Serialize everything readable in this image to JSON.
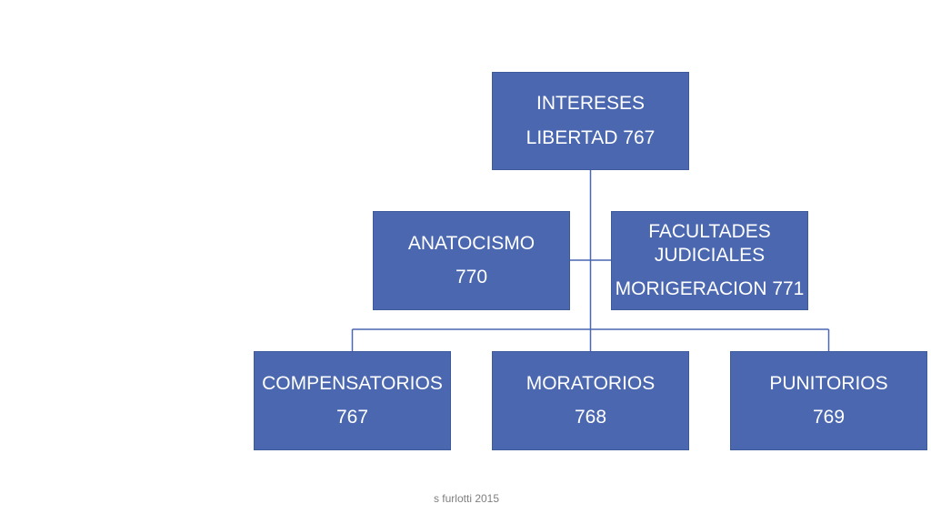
{
  "diagram": {
    "root": {
      "line1": "INTERESES",
      "line2": "LIBERTAD 767"
    },
    "assistant_left": {
      "line1": "ANATOCISMO",
      "line2": "770"
    },
    "assistant_right": {
      "line1": "FACULTADES",
      "line2": "JUDICIALES",
      "line3": "MORIGERACION 771"
    },
    "children": [
      {
        "line1": "COMPENSATORIOS",
        "line2": "767"
      },
      {
        "line1": "MORATORIOS",
        "line2": "768"
      },
      {
        "line1": "PUNITORIOS",
        "line2": "769"
      }
    ]
  },
  "footer": {
    "text": "s furlotti 2015"
  },
  "colors": {
    "box_fill": "#4a67b0",
    "box_text": "#ffffff",
    "connector": "#4a67b0",
    "footer_text": "#7f7f7f"
  }
}
